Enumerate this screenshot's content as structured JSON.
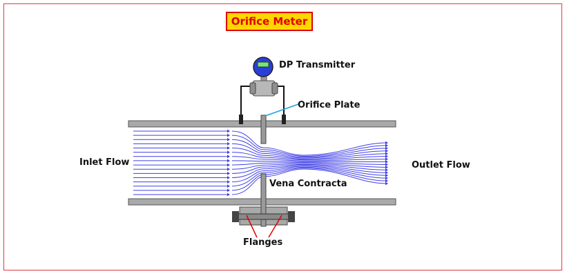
{
  "title": "Orifice Meter",
  "labels": {
    "dp_transmitter": "DP Transmitter",
    "orifice_plate": "Orifice Plate",
    "inlet_flow": "Inlet Flow",
    "outlet_flow": "Outlet Flow",
    "vena_contracta": "Vena Contracta",
    "flanges": "Flanges"
  },
  "colors": {
    "frame": "#e0393e",
    "title_bg": "#ffd700",
    "title_text": "#e00000",
    "flow_lines": "#3f3fe6",
    "pipe": "#a9a9a9",
    "pointer_orifice": "#1f9fe0",
    "pointer_flanges": "#e00000",
    "transmitter_dial": "#2a3fd8",
    "transmitter_display": "#7fe07f"
  },
  "flow": {
    "inlet_line_count": 16,
    "outlet_line_count": 16
  }
}
